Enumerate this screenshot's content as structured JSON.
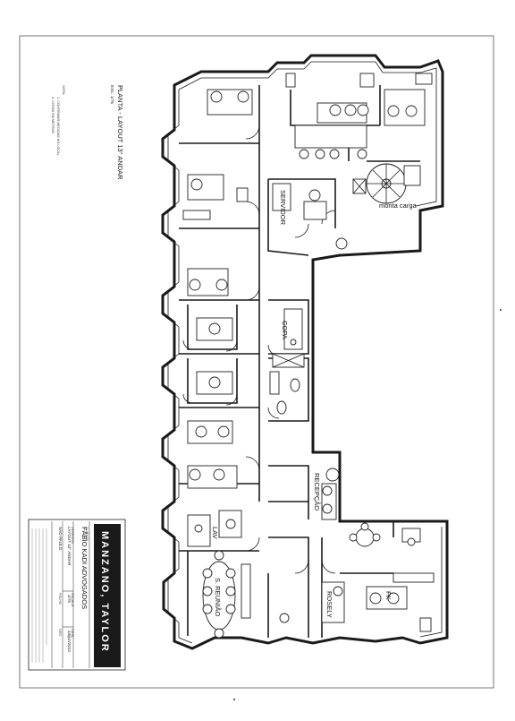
{
  "drawing": {
    "title_line1": "PLANTA - LAYOUT 13° ANDAR",
    "scale": "ESC. 1/75",
    "notes_heading": "NOTA:",
    "notes": [
      "1. CONFIRMAR MEDIDAS NO LOCAL",
      "2. COTAS EM METROS"
    ]
  },
  "rooms": {
    "servidor": "SERVIDOR",
    "monta_carga": "monta carga",
    "copa": "COPA",
    "recepcao": "RECEPÇÃO",
    "lav": "LAV",
    "reuniao": "S. REUNIÃO",
    "rosely": "ROSELY",
    "fk": "FK"
  },
  "title_block": {
    "brand": "MANZANO, TAYLOR",
    "client_label": "CLIENTE",
    "client": "FÁBIO KADI ADVOGADOS",
    "drawing_label": "DESENHO",
    "drawing": "LAYOUT 13° ANDAR",
    "scale_label": "ESCALA",
    "scale": "1/75",
    "date_label": "DATA",
    "date": "13/jun/2012",
    "city": "SÃO PAULO",
    "sheet_label": "FOLHA",
    "checked_label": "DES.",
    "page_label": "FOLHA"
  }
}
